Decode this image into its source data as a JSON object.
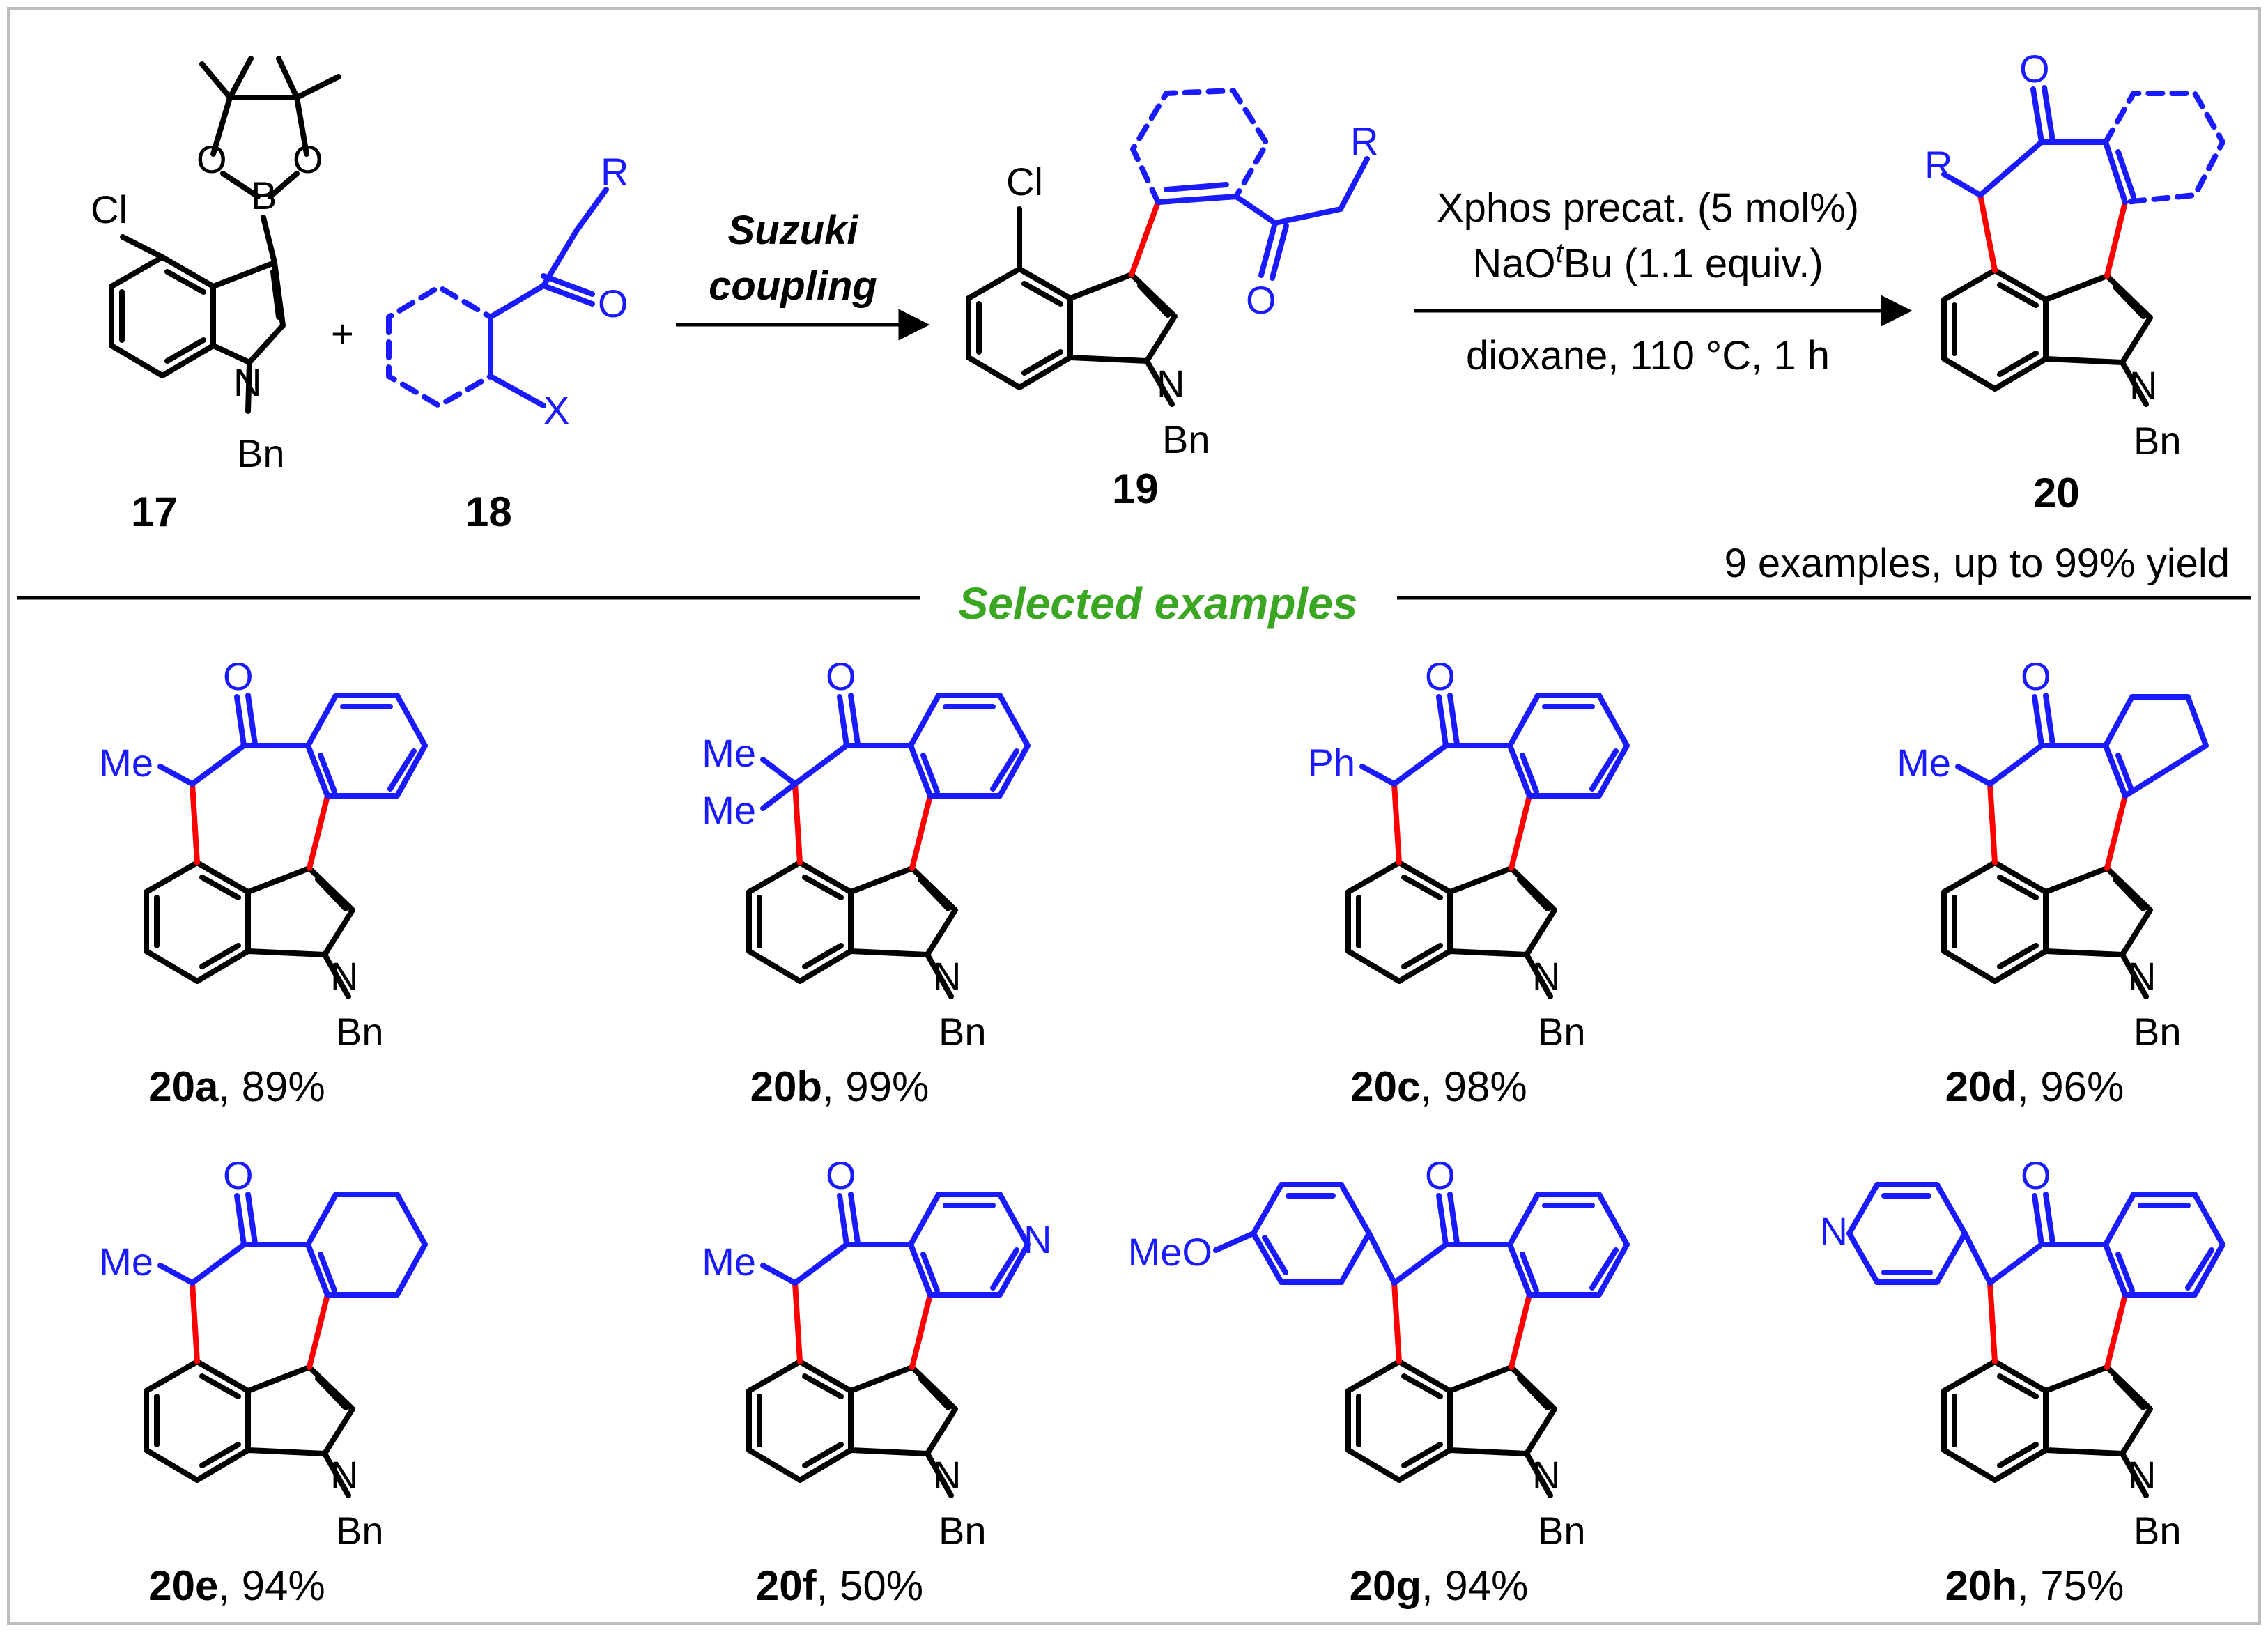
{
  "scheme": {
    "colors": {
      "core": "#000000",
      "variable": "#1a1aff",
      "new_bond": "#ff0000",
      "header": "#3aa622"
    },
    "reaction": {
      "compounds": {
        "c17": "17",
        "c18": "18",
        "c19": "19",
        "c20": "20"
      },
      "plus": "+",
      "atoms": {
        "cl": "Cl",
        "b": "B",
        "o": "O",
        "n": "N",
        "bn": "Bn",
        "r": "R",
        "x": "X"
      },
      "arrow1_line1": "Suzuki",
      "arrow1_line2": "coupling",
      "cond_line1": "Xphos precat. (5 mol%)",
      "cond_line2_a": "NaO",
      "cond_line2_sup": "t",
      "cond_line2_b": "Bu (1.1 equiv.)",
      "cond_line3": "dioxane, 110 °C, 1 h",
      "scope_note": "9 examples, up to 99% yield"
    },
    "section_title": "Selected examples",
    "examples": [
      {
        "id": "20a",
        "yield": ", 89%",
        "subs": [
          "Me"
        ]
      },
      {
        "id": "20b",
        "yield": ", 99%",
        "subs": [
          "Me",
          "Me"
        ]
      },
      {
        "id": "20c",
        "yield": ", 98%",
        "subs": [
          "Ph"
        ]
      },
      {
        "id": "20d",
        "yield": ", 96%",
        "subs": [
          "Me"
        ]
      },
      {
        "id": "20e",
        "yield": ", 94%",
        "subs": [
          "Me"
        ]
      },
      {
        "id": "20f",
        "yield": ", 50%",
        "subs": [
          "Me"
        ],
        "ring_atom": "N"
      },
      {
        "id": "20g",
        "yield": ", 94%",
        "subs": [
          "MeO"
        ]
      },
      {
        "id": "20h",
        "yield": ", 75%",
        "subs": [],
        "ring_atom": "N"
      }
    ]
  }
}
